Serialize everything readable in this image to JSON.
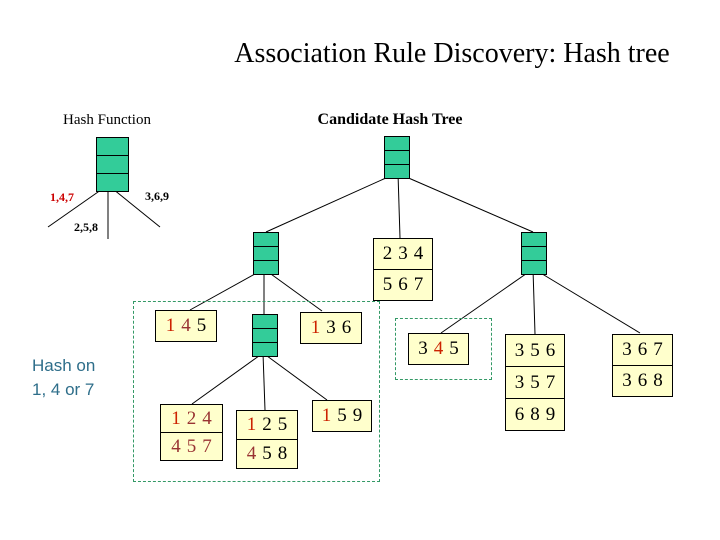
{
  "title": "Association Rule Discovery: Hash tree",
  "hash_function": {
    "label": "Hash Function",
    "branches": {
      "left": "1,4,7",
      "middle": "2,5,8",
      "right": "3,6,9"
    }
  },
  "tree": {
    "label": "Candidate Hash Tree"
  },
  "annotation": {
    "line1": "Hash on",
    "line2": "1, 4 or 7"
  },
  "colors": {
    "node_green": "#33cc99",
    "leaf_yellow": "#ffffcc",
    "red_bright": "#cc2200",
    "red_dark": "#993333",
    "branch_red": "#cc0000",
    "dashed_green": "#339966",
    "annotation_teal": "#2e6e8a"
  },
  "leaves": {
    "n234": {
      "rows": [
        "2 3 4",
        "5 6 7"
      ],
      "red_mask": [
        [
          0,
          0,
          0
        ],
        [
          0,
          0,
          0
        ]
      ]
    },
    "n145": {
      "rows": [
        "1 4 5"
      ],
      "red_mask": [
        [
          1,
          2,
          0
        ]
      ]
    },
    "n136": {
      "rows": [
        "1 3 6"
      ],
      "red_mask": [
        [
          1,
          0,
          0
        ]
      ]
    },
    "n345": {
      "rows": [
        "3 4 5"
      ],
      "red_mask": [
        [
          0,
          1,
          0
        ]
      ]
    },
    "n356": {
      "rows": [
        "3 5 6",
        "3 5 7",
        "6 8 9"
      ],
      "red_mask": [
        [
          0,
          0,
          0
        ],
        [
          0,
          0,
          0
        ],
        [
          0,
          0,
          0
        ]
      ]
    },
    "n367": {
      "rows": [
        "3 6 7",
        "3 6 8"
      ],
      "red_mask": [
        [
          0,
          0,
          0
        ],
        [
          0,
          0,
          0
        ]
      ]
    },
    "n124": {
      "rows": [
        "1 2 4",
        "4 5 7"
      ],
      "red_mask": [
        [
          1,
          2,
          2
        ],
        [
          2,
          2,
          2
        ]
      ]
    },
    "n125": {
      "rows": [
        "1 2 5",
        "4 5 8"
      ],
      "red_mask": [
        [
          1,
          0,
          0
        ],
        [
          2,
          0,
          0
        ]
      ]
    },
    "n159": {
      "rows": [
        "1 5 9"
      ],
      "red_mask": [
        [
          1,
          0,
          0
        ]
      ]
    }
  }
}
